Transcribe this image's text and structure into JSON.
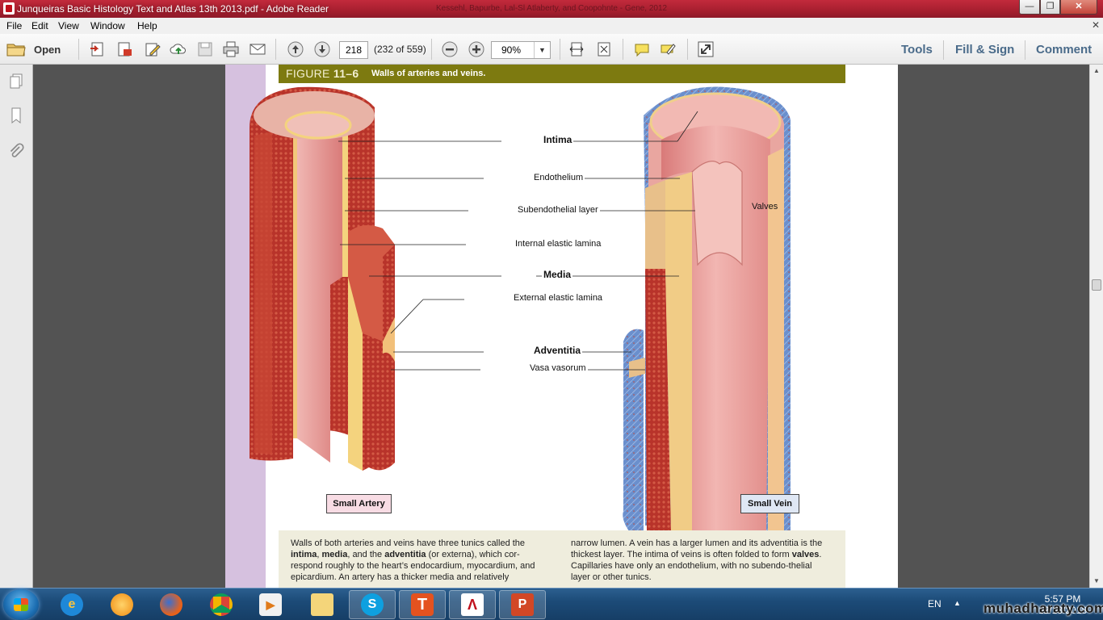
{
  "window": {
    "title": "Junqueiras Basic Histology Text and Atlas 13th 2013.pdf - Adobe Reader",
    "faint_text": "Kessehl, Bapurbe, Lal-Sl Atlaberty, and Coopohnte - Gene, 2012"
  },
  "menu": [
    "File",
    "Edit",
    "View",
    "Window",
    "Help"
  ],
  "toolbar": {
    "open_label": "Open",
    "page_number": "218",
    "page_count": "(232 of 559)",
    "zoom": "90%",
    "tools_label": "Tools",
    "fill_sign_label": "Fill & Sign",
    "comment_label": "Comment"
  },
  "figure": {
    "label_prefix": "FIGURE",
    "number": "11–6",
    "title": "Walls of arteries and veins.",
    "annotations": {
      "intima": "Intima",
      "endothelium": "Endothelium",
      "subendothelial": "Subendothelial layer",
      "internal_elastic": "Internal elastic lamina",
      "media": "Media",
      "external_elastic": "External elastic lamina",
      "adventitia": "Adventitia",
      "vasa_vasorum": "Vasa vasorum",
      "valves": "Valves"
    },
    "small_artery": "Small Artery",
    "small_vein": "Small Vein"
  },
  "caption": {
    "col1_a": "Walls of both arteries and veins have three tunics called the",
    "col1_intima": "intima",
    "col1_comma": ", ",
    "col1_media": "media",
    "col1_and": ", and the ",
    "col1_adventitia": "adventitia",
    "col1_b": " (or externa), which cor-respond roughly to the heart’s endocardium, myocardium, and epicardium. An artery has a thicker media and relatively",
    "col2_a": "narrow lumen. A vein has a larger lumen and its adventitia is the thickest layer. The intima of veins is often folded to form",
    "col2_valves": "valves",
    "col2_b": ". Capillaries have only an endothelium, with no subendo-thelial layer or other tunics."
  },
  "taskbar": {
    "language": "EN",
    "time": "5:57 PM",
    "date": "12/13/2018"
  },
  "watermark": "muhadharaty.com",
  "colors": {
    "title_bar": "#a71f2f",
    "figure_header": "#7d7a10",
    "artery_label_bg": "#f8dce4",
    "vein_label_bg": "#dfe7f4",
    "caption_bg": "#efeddd"
  }
}
